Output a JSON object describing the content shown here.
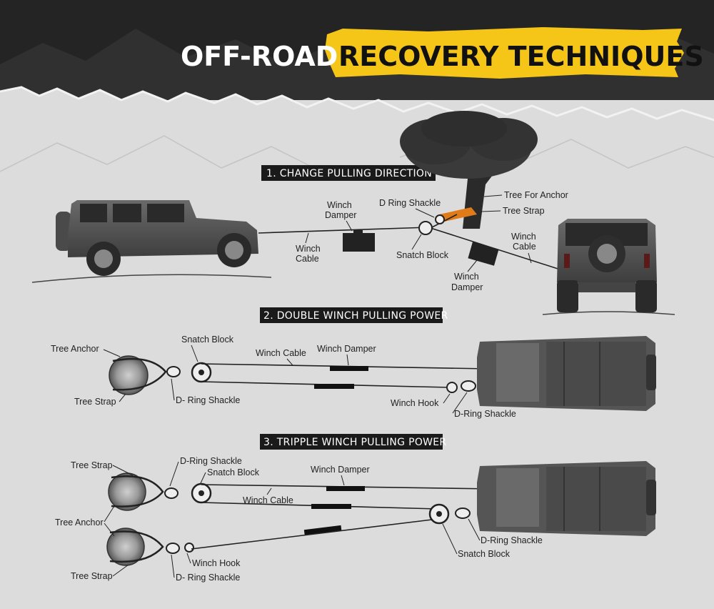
{
  "title": {
    "part1": "OFF-ROAD",
    "part2": "RECOVERY TECHNIQUES"
  },
  "colors": {
    "header_bg": "#222222",
    "accent_yellow": "#f5c518",
    "page_bg": "#dcdcdc",
    "strap_orange": "#e07b1a"
  },
  "sections": [
    {
      "heading": "1. CHANGE PULLING DIRECTION",
      "labels": {
        "tree_for_anchor": "Tree For Anchor",
        "tree_strap": "Tree Strap",
        "d_ring_shackle": "D Ring Shackle",
        "winch_damper_left": "Winch\nDamper",
        "winch_cable_left": "Winch\nCable",
        "snatch_block": "Snatch Block",
        "winch_cable_right": "Winch\nCable",
        "winch_damper_right": "Winch\nDamper"
      }
    },
    {
      "heading": "2. DOUBLE WINCH PULLING POWER",
      "labels": {
        "tree_anchor": "Tree Anchor",
        "snatch_block": "Snatch Block",
        "winch_cable": "Winch Cable",
        "winch_damper": "Winch Damper",
        "tree_strap": "Tree Strap",
        "d_ring_shackle_left": "D- Ring Shackle",
        "winch_hook": "Winch Hook",
        "d_ring_shackle_right": "D-Ring Shackle"
      }
    },
    {
      "heading": "3. TRIPPLE WINCH PULLING POWER",
      "labels": {
        "tree_strap_top": "Tree Strap",
        "d_ring_shackle_top": "D-Ring Shackle",
        "snatch_block_top": "Snatch Block",
        "winch_damper": "Winch Damper",
        "winch_cable": "Winch Cable",
        "tree_anchor": "Tree Anchor",
        "winch_hook": "Winch Hook",
        "tree_strap_bottom": "Tree Strap",
        "d_ring_shackle_bottom": "D- Ring Shackle",
        "d_ring_shackle_right": "D-Ring Shackle",
        "snatch_block_right": "Snatch Block"
      }
    }
  ]
}
